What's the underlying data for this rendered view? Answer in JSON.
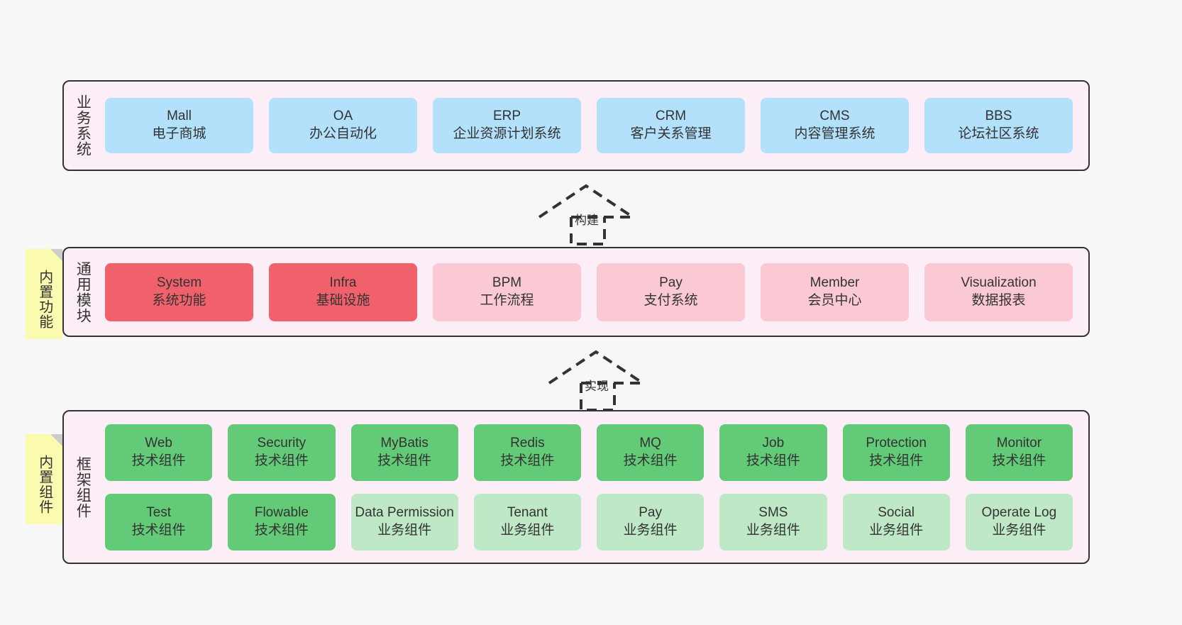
{
  "diagram": {
    "background": "#f7f7f7",
    "layers": [
      {
        "id": "business",
        "title": "业务系统",
        "rows": [
          [
            {
              "name": "Mall",
              "desc": "电子商城",
              "color": "#b3e0fb"
            },
            {
              "name": "OA",
              "desc": "办公自动化",
              "color": "#b3e0fb"
            },
            {
              "name": "ERP",
              "desc": "企业资源计划系统",
              "color": "#b3e0fb"
            },
            {
              "name": "CRM",
              "desc": "客户关系管理",
              "color": "#b3e0fb"
            },
            {
              "name": "CMS",
              "desc": "内容管理系统",
              "color": "#b3e0fb"
            },
            {
              "name": "BBS",
              "desc": "论坛社区系统",
              "color": "#b3e0fb"
            }
          ]
        ]
      },
      {
        "id": "common-module",
        "title": "通用模块",
        "note": "内置功能",
        "rows": [
          [
            {
              "name": "System",
              "desc": "系统功能",
              "color": "#f1616b"
            },
            {
              "name": "Infra",
              "desc": "基础设施",
              "color": "#f1616b"
            },
            {
              "name": "BPM",
              "desc": "工作流程",
              "color": "#fbc9d4"
            },
            {
              "name": "Pay",
              "desc": "支付系统",
              "color": "#fbc9d4"
            },
            {
              "name": "Member",
              "desc": "会员中心",
              "color": "#fbc9d4"
            },
            {
              "name": "Visualization",
              "desc": "数据报表",
              "color": "#fbc9d4"
            }
          ]
        ]
      },
      {
        "id": "framework-component",
        "title": "框架组件",
        "note": "内置组件",
        "rows": [
          [
            {
              "name": "Web",
              "desc": "技术组件",
              "color": "#63ca78"
            },
            {
              "name": "Security",
              "desc": "技术组件",
              "color": "#63ca78"
            },
            {
              "name": "MyBatis",
              "desc": "技术组件",
              "color": "#63ca78"
            },
            {
              "name": "Redis",
              "desc": "技术组件",
              "color": "#63ca78"
            },
            {
              "name": "MQ",
              "desc": "技术组件",
              "color": "#63ca78"
            },
            {
              "name": "Job",
              "desc": "技术组件",
              "color": "#63ca78"
            },
            {
              "name": "Protection",
              "desc": "技术组件",
              "color": "#63ca78"
            },
            {
              "name": "Monitor",
              "desc": "技术组件",
              "color": "#63ca78"
            }
          ],
          [
            {
              "name": "Test",
              "desc": "技术组件",
              "color": "#63ca78"
            },
            {
              "name": "Flowable",
              "desc": "技术组件",
              "color": "#63ca78"
            },
            {
              "name": "Data Permission",
              "desc": "业务组件",
              "color": "#bfe8c6"
            },
            {
              "name": "Tenant",
              "desc": "业务组件",
              "color": "#bfe8c6"
            },
            {
              "name": "Pay",
              "desc": "业务组件",
              "color": "#bfe8c6"
            },
            {
              "name": "SMS",
              "desc": "业务组件",
              "color": "#bfe8c6"
            },
            {
              "name": "Social",
              "desc": "业务组件",
              "color": "#bfe8c6"
            },
            {
              "name": "Operate Log",
              "desc": "业务组件",
              "color": "#bfe8c6"
            }
          ]
        ]
      }
    ],
    "connectors": [
      {
        "id": "build",
        "label": "构建"
      },
      {
        "id": "implement",
        "label": "实现"
      }
    ]
  }
}
